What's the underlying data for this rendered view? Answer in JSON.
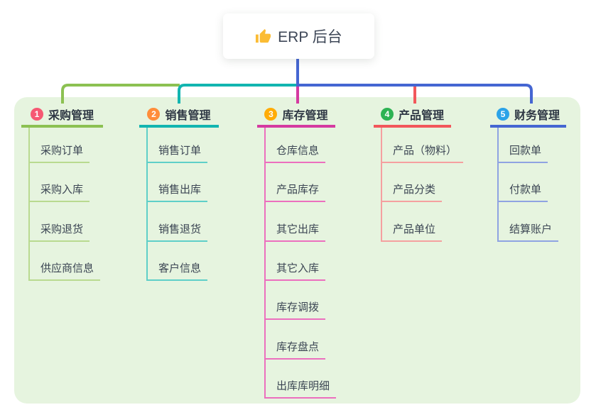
{
  "root": {
    "label": "ERP 后台",
    "icon": "thumbs-up-icon"
  },
  "branches": [
    {
      "number": "1",
      "label": "采购管理",
      "badge_color": "#F65873",
      "line_color": "#8CC152",
      "child_line_color": "#B9DA90",
      "children": [
        "采购订单",
        "采购入库",
        "采购退货",
        "供应商信息"
      ]
    },
    {
      "number": "2",
      "label": "销售管理",
      "badge_color": "#FF8D3A",
      "line_color": "#12B5B0",
      "child_line_color": "#5FCFC8",
      "children": [
        "销售订单",
        "销售出库",
        "销售退货",
        "客户信息"
      ]
    },
    {
      "number": "3",
      "label": "库存管理",
      "badge_color": "#FFAC07",
      "line_color": "#D53AA1",
      "child_line_color": "#EC6FBE",
      "children": [
        "仓库信息",
        "产品库存",
        "其它出库",
        "其它入库",
        "库存调拨",
        "库存盘点",
        "出库库明细"
      ]
    },
    {
      "number": "4",
      "label": "产品管理",
      "badge_color": "#2DB353",
      "line_color": "#F2575B",
      "child_line_color": "#F5A0A0",
      "children": [
        "产品（物料）",
        "产品分类",
        "产品单位"
      ]
    },
    {
      "number": "5",
      "label": "财务管理",
      "badge_color": "#2BA3E8",
      "line_color": "#4566D2",
      "child_line_color": "#8FA3E2",
      "children": [
        "回款单",
        "付款单",
        "结算账户"
      ]
    }
  ],
  "colors": {
    "panel_bg": "#E6F4DF",
    "root_line": "#4566D2",
    "thumb_icon": "#FBBC34",
    "header_text": "#2E3744",
    "child_text": "#3B4553"
  }
}
